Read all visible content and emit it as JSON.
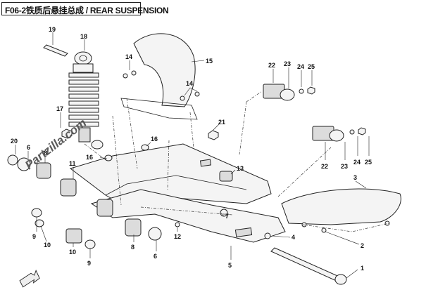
{
  "title": "F06-2铁质后悬挂总成 / REAR SUSPENSION",
  "watermark": "Partzilla.com",
  "callouts": [
    {
      "label": "19"
    },
    {
      "label": "18"
    },
    {
      "label": "14"
    },
    {
      "label": "15"
    },
    {
      "label": "22"
    },
    {
      "label": "23"
    },
    {
      "label": "24"
    },
    {
      "label": "25"
    },
    {
      "label": "17"
    },
    {
      "label": "14"
    },
    {
      "label": "21"
    },
    {
      "label": "20"
    },
    {
      "label": "6"
    },
    {
      "label": "8"
    },
    {
      "label": "16"
    },
    {
      "label": "16"
    },
    {
      "label": "11"
    },
    {
      "label": "13"
    },
    {
      "label": "22"
    },
    {
      "label": "23"
    },
    {
      "label": "24"
    },
    {
      "label": "25"
    },
    {
      "label": "3"
    },
    {
      "label": "7"
    },
    {
      "label": "9"
    },
    {
      "label": "10"
    },
    {
      "label": "6"
    },
    {
      "label": "8"
    },
    {
      "label": "12"
    },
    {
      "label": "4"
    },
    {
      "label": "2"
    },
    {
      "label": "10"
    },
    {
      "label": "9"
    },
    {
      "label": "5"
    },
    {
      "label": "1"
    }
  ],
  "colors": {
    "line": "#222222",
    "fill": "#f4f4f4",
    "shade": "#dcdcdc",
    "watermark": "#5a5a5a"
  },
  "icons": [
    "front-direction-arrow-icon"
  ]
}
